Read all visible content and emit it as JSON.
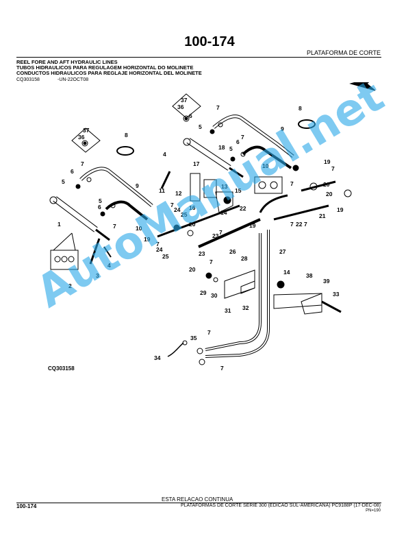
{
  "header": {
    "page_number": "100-174",
    "section": "PLATAFORMA DE CORTE",
    "title_en": "REEL FORE AND AFT HYDRAULIC LINES",
    "title_pt": "TUBOS HIDRAULICOS PARA REGULAGEM HORIZONTAL DO MOLINETE",
    "title_es": "CONDUCTOS HIDRAULICOS PARA REGLAJE HORIZONTAL DEL MOLINETE",
    "figure_ref": "CQ303158",
    "figure_date": "-UN-22OCT08"
  },
  "figure": {
    "caption": "CQ303158",
    "callouts": [
      "1",
      "2",
      "3",
      "4",
      "5",
      "6",
      "7",
      "8",
      "9",
      "10",
      "11",
      "12",
      "13",
      "14",
      "15",
      "16",
      "17",
      "18",
      "19",
      "20",
      "21",
      "22",
      "23",
      "24",
      "25",
      "26",
      "27",
      "28",
      "29",
      "30",
      "31",
      "32",
      "33",
      "34",
      "35",
      "36",
      "37",
      "38",
      "39"
    ]
  },
  "footer": {
    "continue_note": "ESTA RELACAO CONTINUA",
    "page_number": "100-174",
    "description": "PLATAFORMAS DE CORTE SERIE 300 (EDICAO SUL-AMERICANA)   PC9188P   (17-DEC-08)",
    "pn": "PN=190"
  },
  "watermark": "AutoManual.net"
}
